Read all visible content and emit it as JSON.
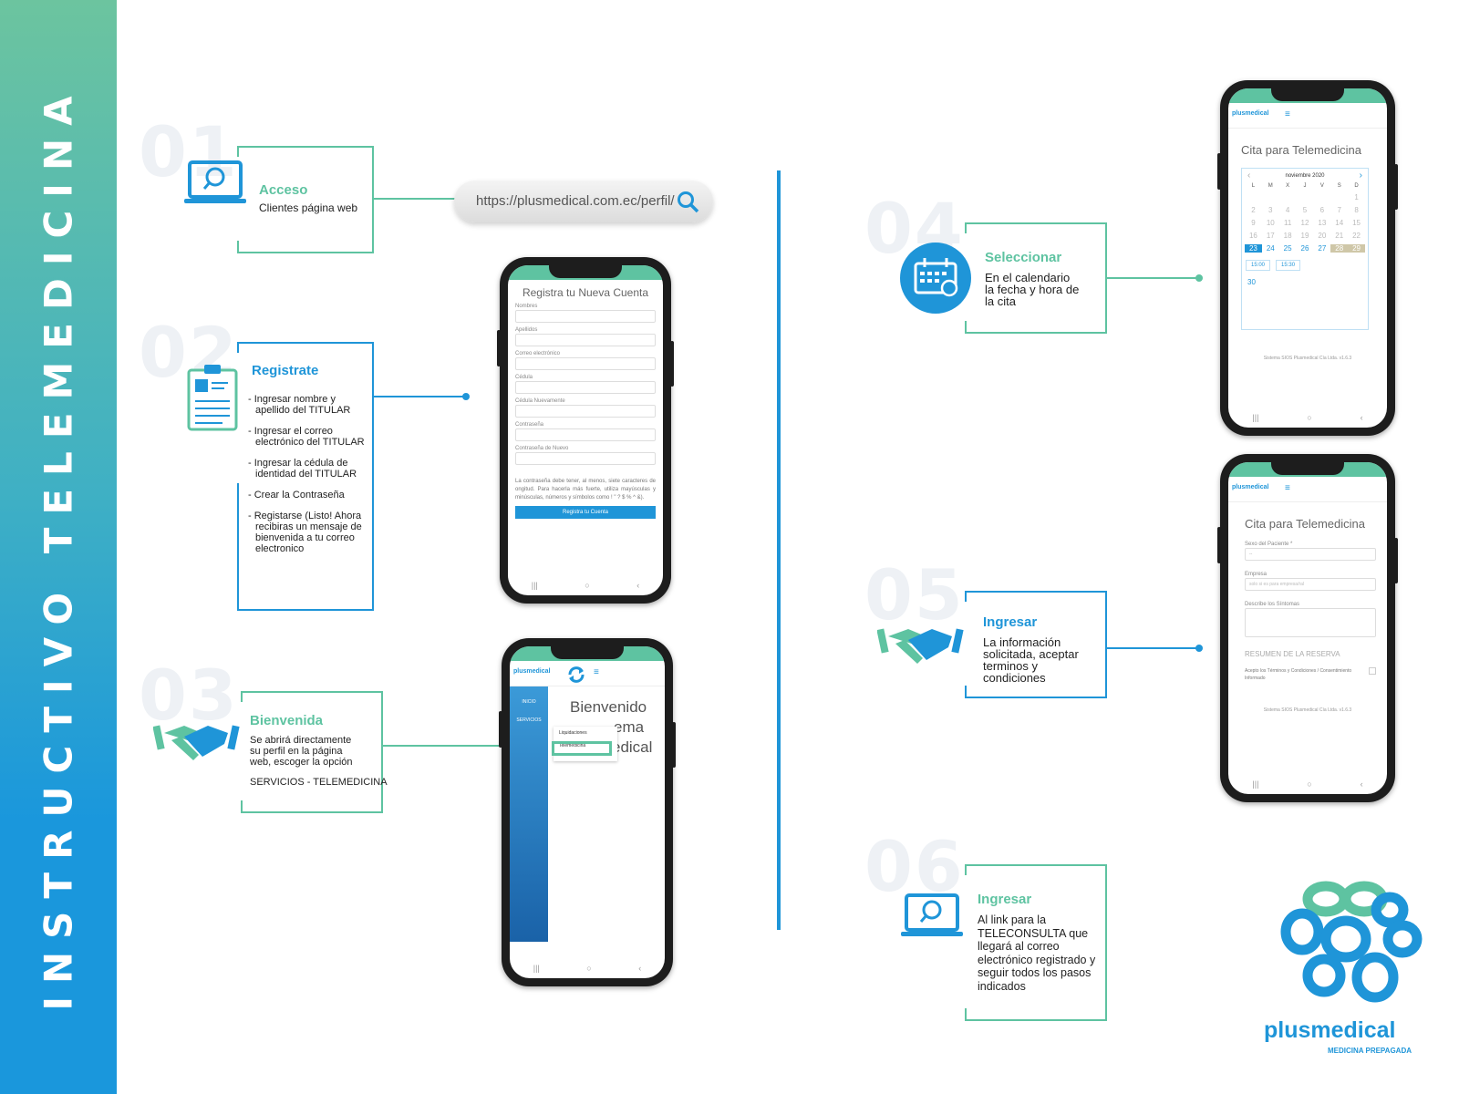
{
  "sidebar": {
    "title": "INSTRUCTIVO TELEMEDICINA"
  },
  "steps": [
    {
      "num": "01",
      "title": "Acceso",
      "text": "Clientes página web"
    },
    {
      "num": "02",
      "title": "Registrate",
      "items": [
        "- Ingresar nombre y apellido del TITULAR",
        "- Ingresar el correo electrónico del TITULAR",
        "- Ingresar la cédula de identidad del TITULAR",
        "- Crear la Contraseña",
        "- Registarse (Listo! Ahora recibiras un mensaje de bienvenida a tu correo electronico"
      ]
    },
    {
      "num": "03",
      "title": "Bienvenida",
      "text": "Se abrirá directamente su perfil en la página web, escoger la opción",
      "text2": "SERVICIOS - TELEMEDICINA"
    },
    {
      "num": "04",
      "title": "Seleccionar",
      "text": "En el calendario la fecha y hora de la cita"
    },
    {
      "num": "05",
      "title": "Ingresar",
      "text": "La información solicitada, aceptar terminos y condiciones"
    },
    {
      "num": "06",
      "title": "Ingresar",
      "text": "Al link para la TELECONSULTA que llegará al correo electrónico registrado y seguir todos los pasos indicados"
    }
  ],
  "url": "https://plusmedical.com.ec/perfil/",
  "register_screen": {
    "title": "Registra tu Nueva Cuenta",
    "fields": [
      "Nombres",
      "Apellidos",
      "Correo electrónico",
      "Cédula",
      "Cédula Nuevamente",
      "Contraseña",
      "Contraseña de Nuevo"
    ],
    "note": "La contraseña debe tener, al menos, siete caracteres de ongitud. Para hacerla más fuerte, utiliza mayúsculas y minúsculas, números y símbolos como ! \" ? $ % ^ &).",
    "button": "Registra tu Cuenta"
  },
  "welcome_screen": {
    "logo": "plusmedical",
    "side": [
      "INICIO",
      "SERVICIOS"
    ],
    "menu": [
      "Liquidaciones",
      "Telemedicina"
    ],
    "title_lines": [
      "Bienvenido",
      "ema",
      "edical"
    ]
  },
  "calendar_screen": {
    "logo": "plusmedical",
    "title": "Cita para Telemedicina",
    "month": "noviembre 2020",
    "weekdays": [
      "L",
      "M",
      "X",
      "J",
      "V",
      "S",
      "D"
    ],
    "days": [
      "",
      "",
      "",
      "",
      "",
      "",
      "1",
      "2",
      "3",
      "4",
      "5",
      "6",
      "7",
      "8",
      "9",
      "10",
      "11",
      "12",
      "13",
      "14",
      "15",
      "16",
      "17",
      "18",
      "19",
      "20",
      "21",
      "22",
      "23",
      "24",
      "25",
      "26",
      "27",
      "28",
      "29"
    ],
    "selected_day": "23",
    "slots": [
      "15:00",
      "15:30"
    ],
    "last_day": "30",
    "footer": "Sistema SIOS Plusmedical Cía Ltda. v1.6.3"
  },
  "form_screen": {
    "logo": "plusmedical",
    "title": "Cita para Telemedicina",
    "labels": [
      "Sexo del Paciente *",
      "Empresa",
      "Describe los Síntomas"
    ],
    "select_value": "--",
    "empresa_placeholder": "solo si es para empresa/ral",
    "resumen": "RESUMEN DE LA RESERVA",
    "terms": "Acepto los Términos y Condiciones / Consentimiento Informado",
    "footer": "Sistema SIOS Plusmedical Cía Ltda. v1.6.3"
  },
  "logo": {
    "name": "plusmedical",
    "tagline": "MEDICINA PREPAGADA"
  },
  "colors": {
    "green": "#5ec3a1",
    "blue": "#1f95d8"
  }
}
